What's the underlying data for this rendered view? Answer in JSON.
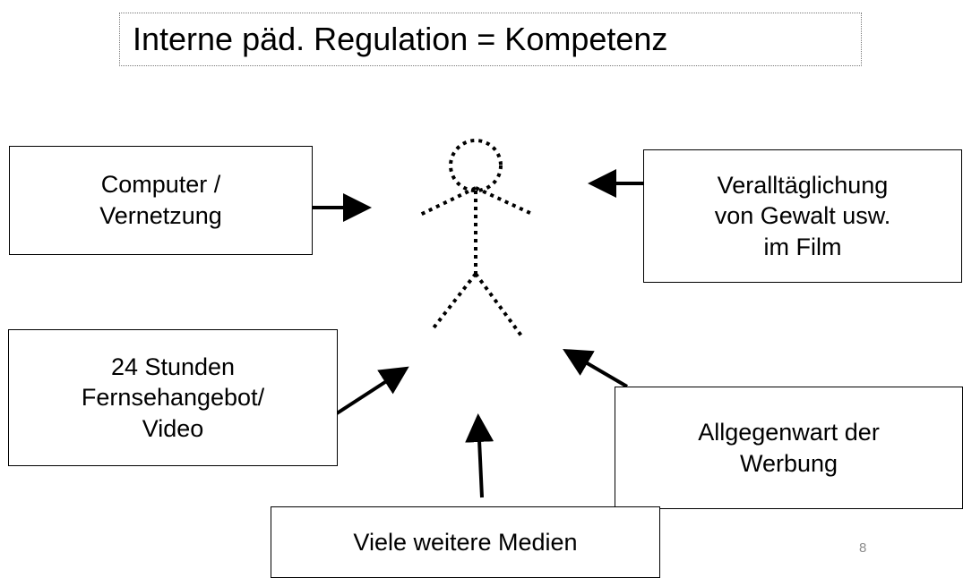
{
  "title": "Interne päd. Regulation = Kompetenz",
  "boxes": {
    "computer": "Computer /\nVernetzung",
    "gewalt": "Veralltäglichung\nvon Gewalt usw.\nim Film",
    "fernsehen": "24 Stunden\nFernsehangebot/\nVideo",
    "werbung": "Allgegenwart der\nWerbung",
    "medien": "Viele weitere Medien"
  },
  "page_number": "8"
}
